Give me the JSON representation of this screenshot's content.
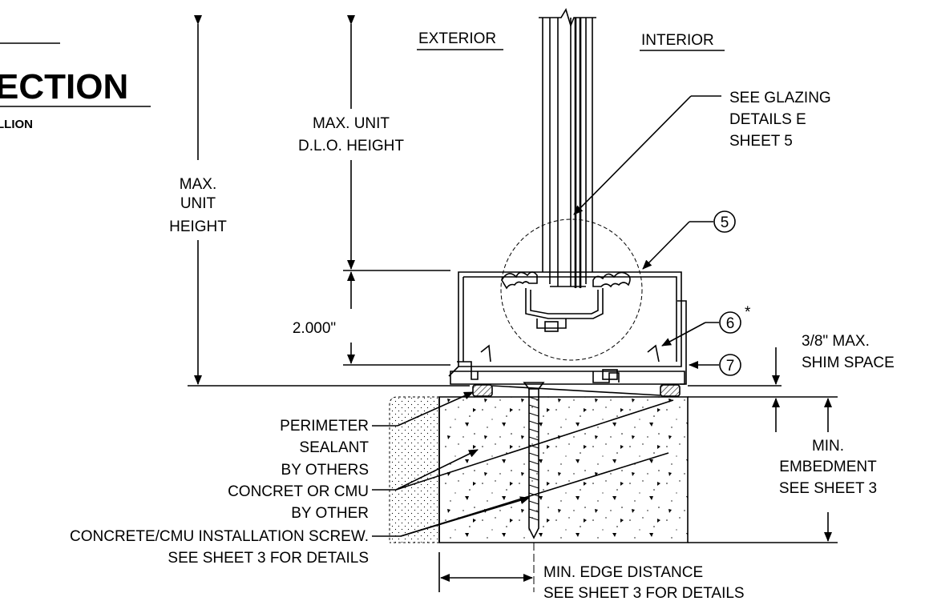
{
  "title": {
    "main": "ECTION",
    "sub": "LLION"
  },
  "sides": {
    "exterior": "EXTERIOR",
    "interior": "INTERIOR"
  },
  "dimensions": {
    "max_unit_height": [
      "MAX.",
      "UNIT",
      "HEIGHT"
    ],
    "max_unit_dlo_height": [
      "MAX. UNIT",
      "D.L.O. HEIGHT"
    ],
    "frame_depth": "2.000\"",
    "shim_space": [
      "3/8\" MAX.",
      "SHIM SPACE"
    ],
    "min_embedment": [
      "MIN.",
      "EMBEDMENT",
      "SEE SHEET 3"
    ],
    "min_edge_distance": [
      "MIN. EDGE DISTANCE",
      "SEE SHEET 3 FOR DETAILS"
    ]
  },
  "callouts": {
    "glazing": [
      "SEE GLAZING",
      "DETAILS E",
      "SHEET 5"
    ],
    "part_5": "5",
    "part_6": "6",
    "part_6_note": "*",
    "part_7": "7"
  },
  "notes": {
    "perimeter_sealant": [
      "PERIMETER",
      "SEALANT",
      "BY OTHERS"
    ],
    "substrate": [
      "CONCRET OR CMU",
      "BY OTHER"
    ],
    "screw": [
      "CONCRETE/CMU INSTALLATION SCREW.",
      "SEE SHEET 3 FOR DETAILS"
    ]
  }
}
